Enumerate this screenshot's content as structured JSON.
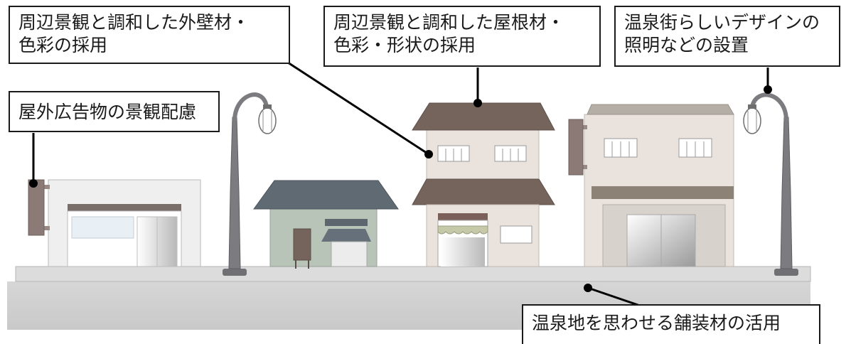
{
  "callouts": {
    "wall": {
      "line1": "周辺景観と調和した外壁材・",
      "line2": "色彩の採用"
    },
    "roof": {
      "line1": "周辺景観と調和した屋根材・",
      "line2": "色彩・形状の採用"
    },
    "lighting": {
      "line1": "温泉街らしいデザインの",
      "line2": "照明などの設置"
    },
    "signage": {
      "line1": "屋外広告物の景観配慮"
    },
    "paving": {
      "line1": "温泉地を思わせる舗装材の活用"
    }
  },
  "colors": {
    "roof_brown": "#75645c",
    "roof_slate": "#606a73",
    "wall_cream": "#e9e2dd",
    "wall_green": "#b8c4b8",
    "shop_white": "#efefef",
    "lamp_gray": "#7c7c80",
    "road": "#d2d2d2",
    "sidewalk": "#dadada",
    "leader_line": "#000000"
  },
  "icons": [
    "street-lamp-icon",
    "projecting-sign-icon",
    "lantern-icon"
  ]
}
